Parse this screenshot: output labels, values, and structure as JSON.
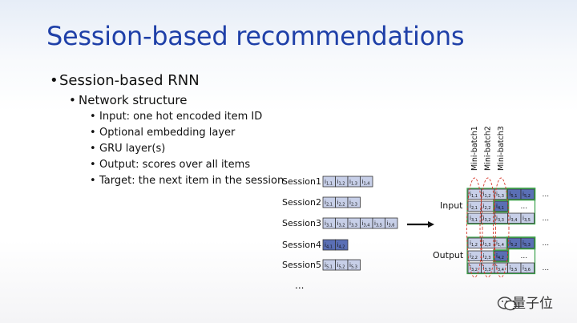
{
  "title": "Session-based recommendations",
  "bullet1": "Session-based RNN",
  "bullet2": "Network structure",
  "bullets3": [
    "Input: one hot encoded item ID",
    "Optional embedding layer",
    "GRU layer(s)",
    "Output: scores over all items",
    "Target: the next item in the session"
  ],
  "diagram": {
    "sessions": [
      {
        "label": "Session1",
        "items": [
          "i1,1",
          "i1,2",
          "i1,3",
          "i1,4"
        ]
      },
      {
        "label": "Session2",
        "items": [
          "i2,1",
          "i2,2",
          "i2,3"
        ]
      },
      {
        "label": "Session3",
        "items": [
          "i3,1",
          "i3,2",
          "i3,3",
          "i3,4",
          "i3,5",
          "i3,6"
        ]
      },
      {
        "label": "Session4",
        "items": [
          "i4,1",
          "i4,2"
        ]
      },
      {
        "label": "Session5",
        "items": [
          "i5,1",
          "i5,2",
          "i5,3"
        ]
      }
    ],
    "ellipsis": "...",
    "minibatches": [
      "Mini-batch1",
      "Mini-batch2",
      "Mini-batch3"
    ],
    "input_label": "Input",
    "output_label": "Output",
    "input_rows": [
      [
        "i1,1",
        "i1,2",
        "i1,3",
        "i5,1",
        "i5,2"
      ],
      [
        "i2,1",
        "i2,2",
        "i4,1"
      ],
      [
        "i3,1",
        "i3,2",
        "i3,3",
        "i3,4",
        "i3,5"
      ]
    ],
    "output_rows": [
      [
        "i1,2",
        "i1,3",
        "i1,4",
        "i5,2",
        "i5,3"
      ],
      [
        "i2,2",
        "i2,3",
        "i4,2"
      ],
      [
        "i3,2",
        "i3,3",
        "i3,4",
        "i3,5",
        "i3,6"
      ]
    ],
    "colors": {
      "box_fill": "#c7cfe8",
      "box_stroke": "#333333",
      "box_dark": "#5a6fb5",
      "highlight": "#3aa04a",
      "ellipse": "#d63b2e"
    }
  },
  "watermark": "量子位"
}
